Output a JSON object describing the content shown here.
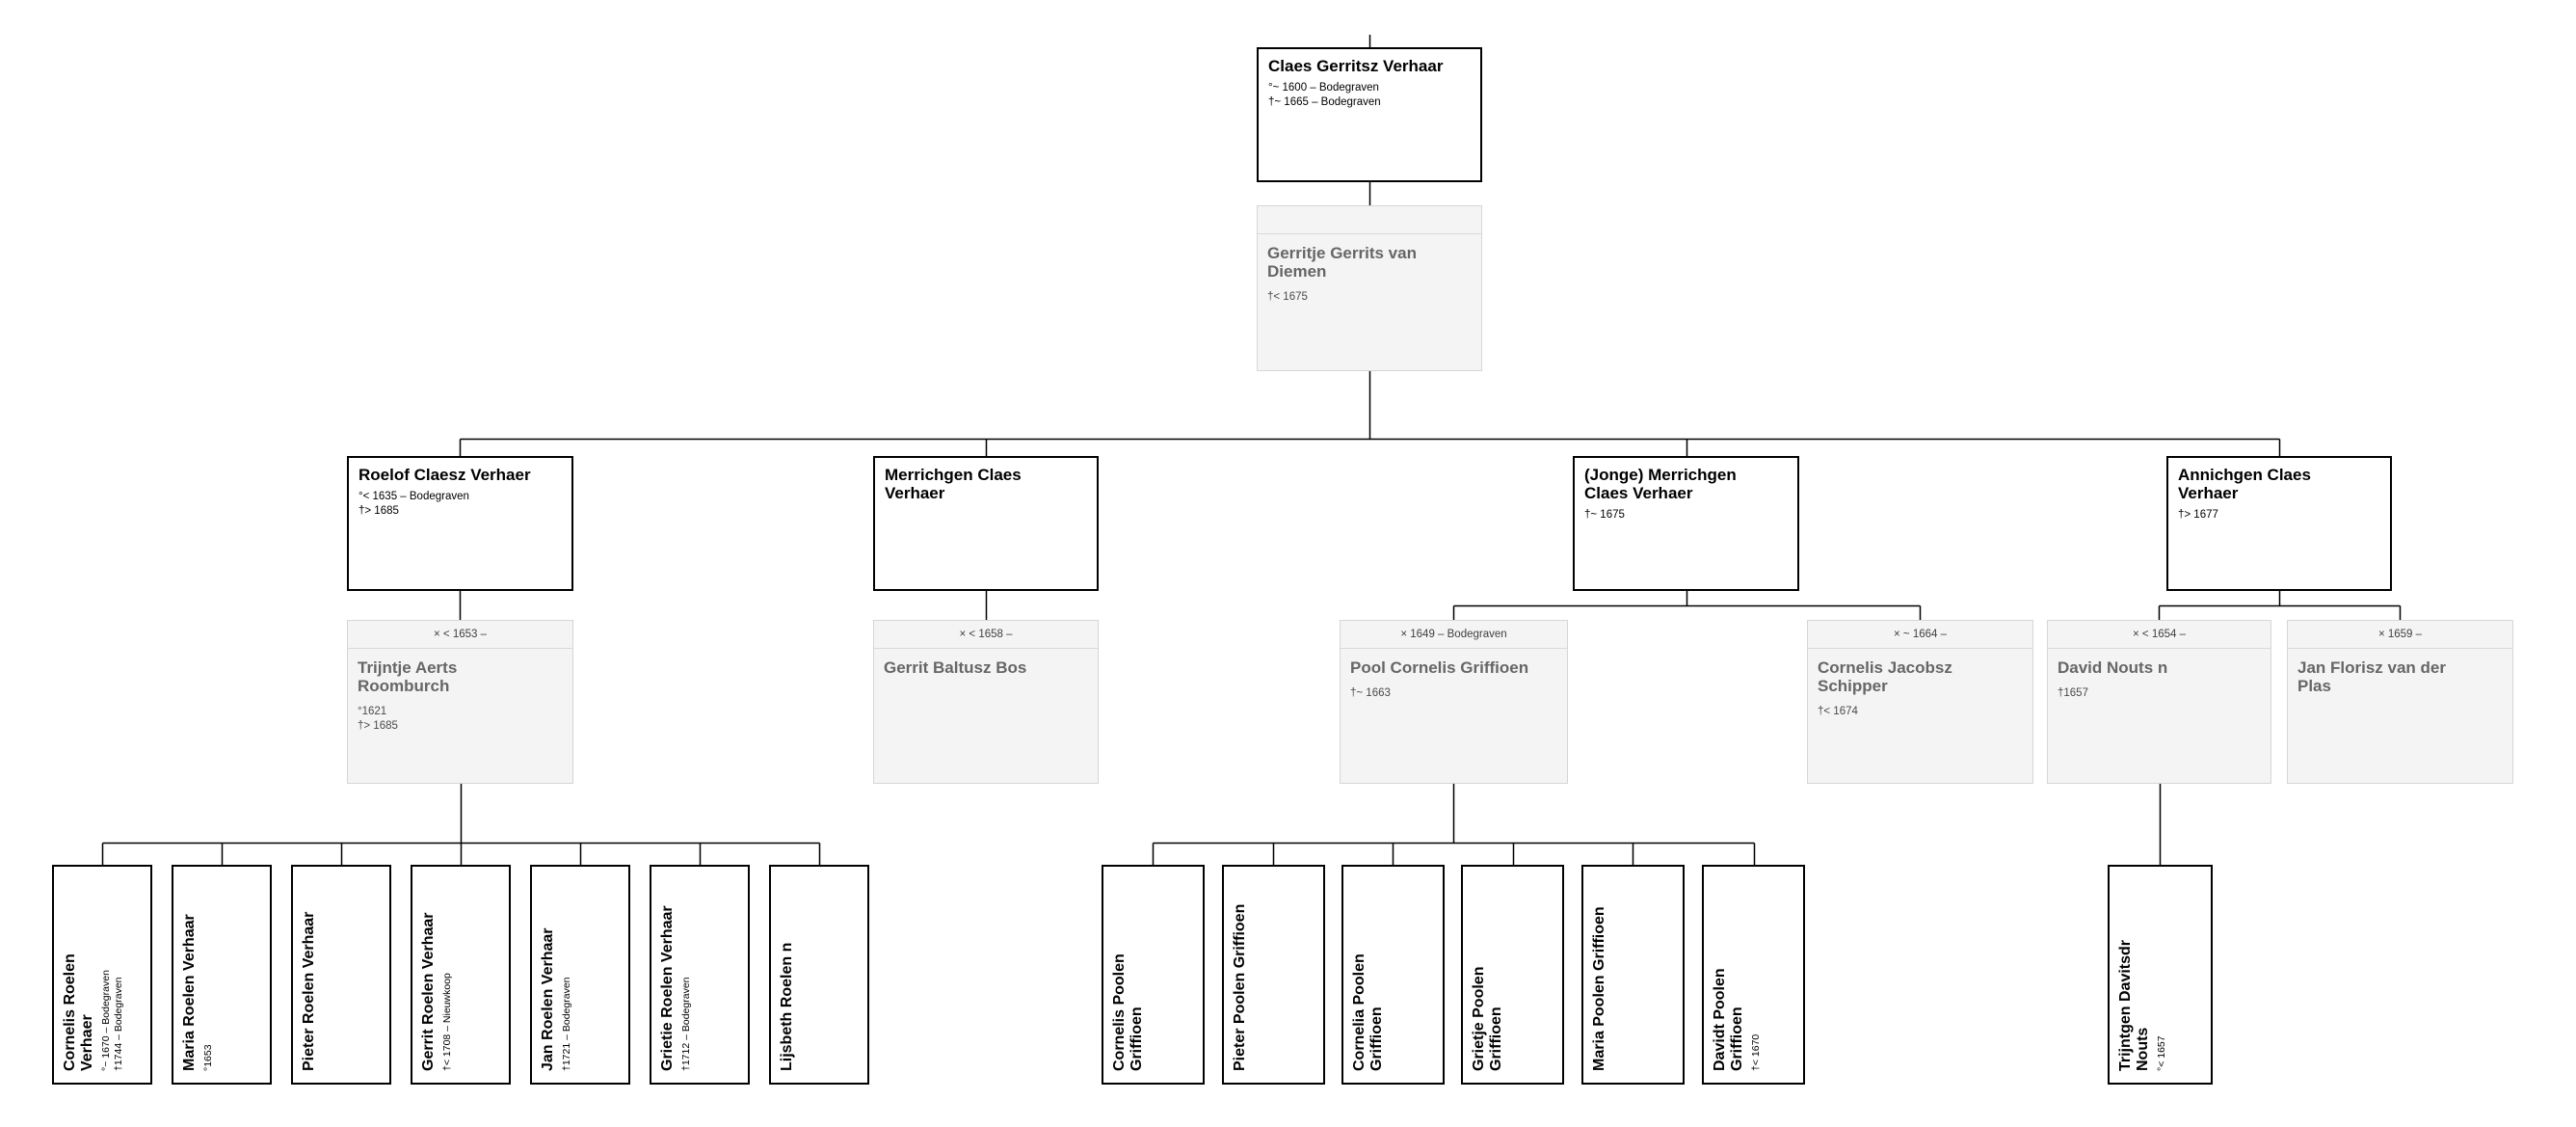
{
  "diagram": {
    "type": "family-tree",
    "symbols": {
      "birth": "°",
      "death": "†",
      "marriage": "×"
    },
    "colors": {
      "descendant_box_border": "#000000",
      "descendant_box_bg": "#ffffff",
      "spouse_box_bg": "#f4f4f4",
      "spouse_box_border": "#d6d6d6",
      "spouse_text": "#666666",
      "connector_line": "#000000"
    }
  },
  "tree": {
    "root": {
      "name": "Claes Gerritsz Verhaar",
      "birth": "°~ 1600 – Bodegraven",
      "death": "†~ 1665 – Bodegraven"
    },
    "root_spouse": {
      "name": "Gerritje Gerrits van\nDiemen",
      "marriage": "",
      "birth": "",
      "death": "†< 1675"
    },
    "children": [
      {
        "name": "Roelof Claesz Verhaer",
        "birth": "°< 1635 – Bodegraven",
        "death": "†> 1685"
      },
      {
        "name": "Merrichgen Claes\nVerhaer",
        "birth": "",
        "death": ""
      },
      {
        "name": "(Jonge) Merrichgen\nClaes Verhaer",
        "birth": "",
        "death": "†~ 1675"
      },
      {
        "name": "Annichgen Claes\nVerhaer",
        "birth": "",
        "death": "†> 1677"
      }
    ],
    "spouses": [
      {
        "name": "Trijntje Aerts\nRoomburch",
        "marriage": "× < 1653 –",
        "birth": "°1621",
        "death": "†> 1685"
      },
      {
        "name": "Gerrit Baltusz Bos",
        "marriage": "× < 1658 –",
        "birth": "",
        "death": ""
      },
      {
        "name": "Pool Cornelis Griffioen",
        "marriage": "× 1649 – Bodegraven",
        "birth": "",
        "death": "†~ 1663"
      },
      {
        "name": "Cornelis Jacobsz\nSchipper",
        "marriage": "× ~ 1664 –",
        "birth": "",
        "death": "†< 1674"
      },
      {
        "name": "David Nouts n",
        "marriage": "× < 1654 –",
        "birth": "",
        "death": "†1657"
      },
      {
        "name": "Jan Florisz van der\nPlas",
        "marriage": "× 1659 –",
        "birth": "",
        "death": ""
      }
    ],
    "grandchildren_roelof": [
      {
        "name": "Cornelis Roelen\nVerhaer",
        "birth": "°~ 1670 – Bodegraven",
        "death": "†1744 – Bodegraven"
      },
      {
        "name": "Maria Roelen Verhaar",
        "birth": "°1653",
        "death": ""
      },
      {
        "name": "Pieter Roelen Verhaar",
        "birth": "",
        "death": ""
      },
      {
        "name": "Gerrit Roelen Verhaar",
        "birth": "",
        "death": "†< 1708 – Nieuwkoop"
      },
      {
        "name": "Jan Roelen Verhaar",
        "birth": "",
        "death": "†1721 – Bodegraven"
      },
      {
        "name": "Grietie Roelen Verhaar",
        "birth": "",
        "death": "†1712 – Bodegraven"
      },
      {
        "name": "Lijsbeth Roelen n",
        "birth": "",
        "death": ""
      }
    ],
    "grandchildren_pool": [
      {
        "name": "Cornelis Poolen\nGriffioen",
        "birth": "",
        "death": ""
      },
      {
        "name": "Pieter Poolen Griffioen",
        "birth": "",
        "death": ""
      },
      {
        "name": "Cornelia Poolen\nGriffioen",
        "birth": "",
        "death": ""
      },
      {
        "name": "Grietje Poolen\nGriffioen",
        "birth": "",
        "death": ""
      },
      {
        "name": "Maria Poolen Griffioen",
        "birth": "",
        "death": ""
      },
      {
        "name": "Davidt Poolen\nGriffioen",
        "birth": "",
        "death": "†< 1670"
      }
    ],
    "grandchildren_david": [
      {
        "name": "Trijntgen Davitsdr\nNouts",
        "birth": "°< 1657",
        "death": ""
      }
    ]
  }
}
